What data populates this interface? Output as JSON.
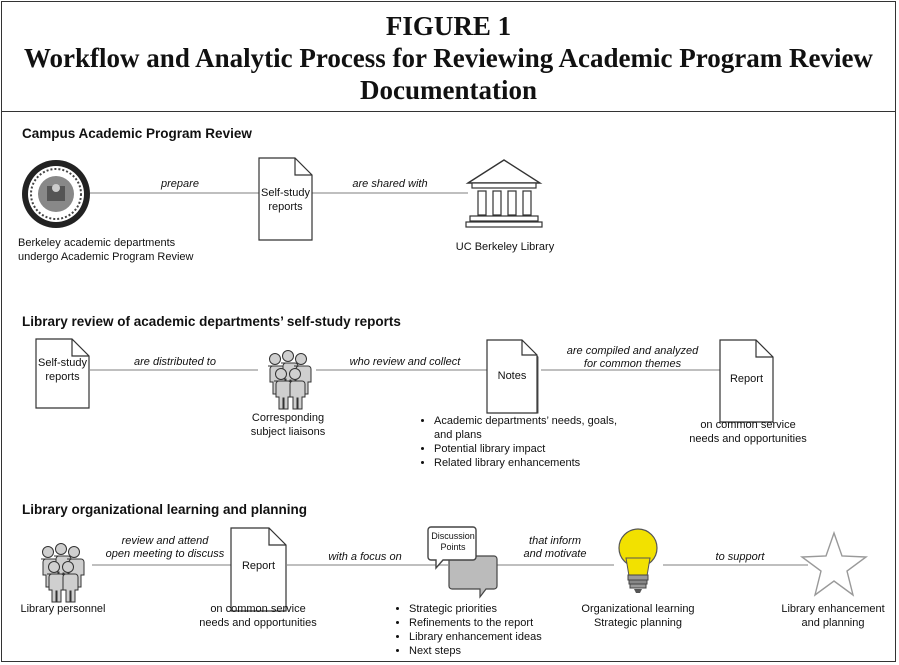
{
  "figure": {
    "label": "FIGURE 1",
    "title_line1": "Workflow and Analytic Process for Reviewing Academic Program Review",
    "title_line2": "Documentation"
  },
  "row1": {
    "heading": "Campus Academic Program Review",
    "seal_caption": [
      "Berkeley academic departments",
      "undergo Academic Program Review"
    ],
    "edge1": "prepare",
    "doc_label": [
      "Self-study",
      "reports"
    ],
    "edge2": "are shared with",
    "library_caption": "UC Berkeley Library"
  },
  "row2": {
    "heading": "Library review of academic departments’ self-study reports",
    "doc_label": [
      "Self-study",
      "reports"
    ],
    "edge1": "are distributed to",
    "people_caption": [
      "Corresponding",
      "subject liaisons"
    ],
    "edge2": "who review and collect",
    "notes_label": "Notes",
    "notes_bullets": [
      "Academic departments’ needs, goals, and plans",
      "Potential library impact",
      "Related library enhancements"
    ],
    "edge3": [
      "are compiled and analyzed",
      "for common themes"
    ],
    "report_label": "Report",
    "report_caption": [
      "on common service",
      "needs and opportunities"
    ]
  },
  "row3": {
    "heading": "Library organizational learning and planning",
    "people_caption": "Library personnel",
    "edge1": [
      "review and attend",
      "open meeting to discuss"
    ],
    "report_label": "Report",
    "report_caption": [
      "on common service",
      "needs and opportunities"
    ],
    "edge2": "with a focus on",
    "bubble_label": [
      "Discussion",
      "Points"
    ],
    "bubble_bullets": [
      "Strategic priorities",
      "Refinements to the report",
      "Library enhancement ideas",
      "Next steps"
    ],
    "edge3": [
      "that inform",
      "and motivate"
    ],
    "bulb_caption": [
      "Organizational learning",
      "Strategic planning"
    ],
    "edge4": "to support",
    "star_caption": [
      "Library enhancement",
      "and planning"
    ]
  }
}
